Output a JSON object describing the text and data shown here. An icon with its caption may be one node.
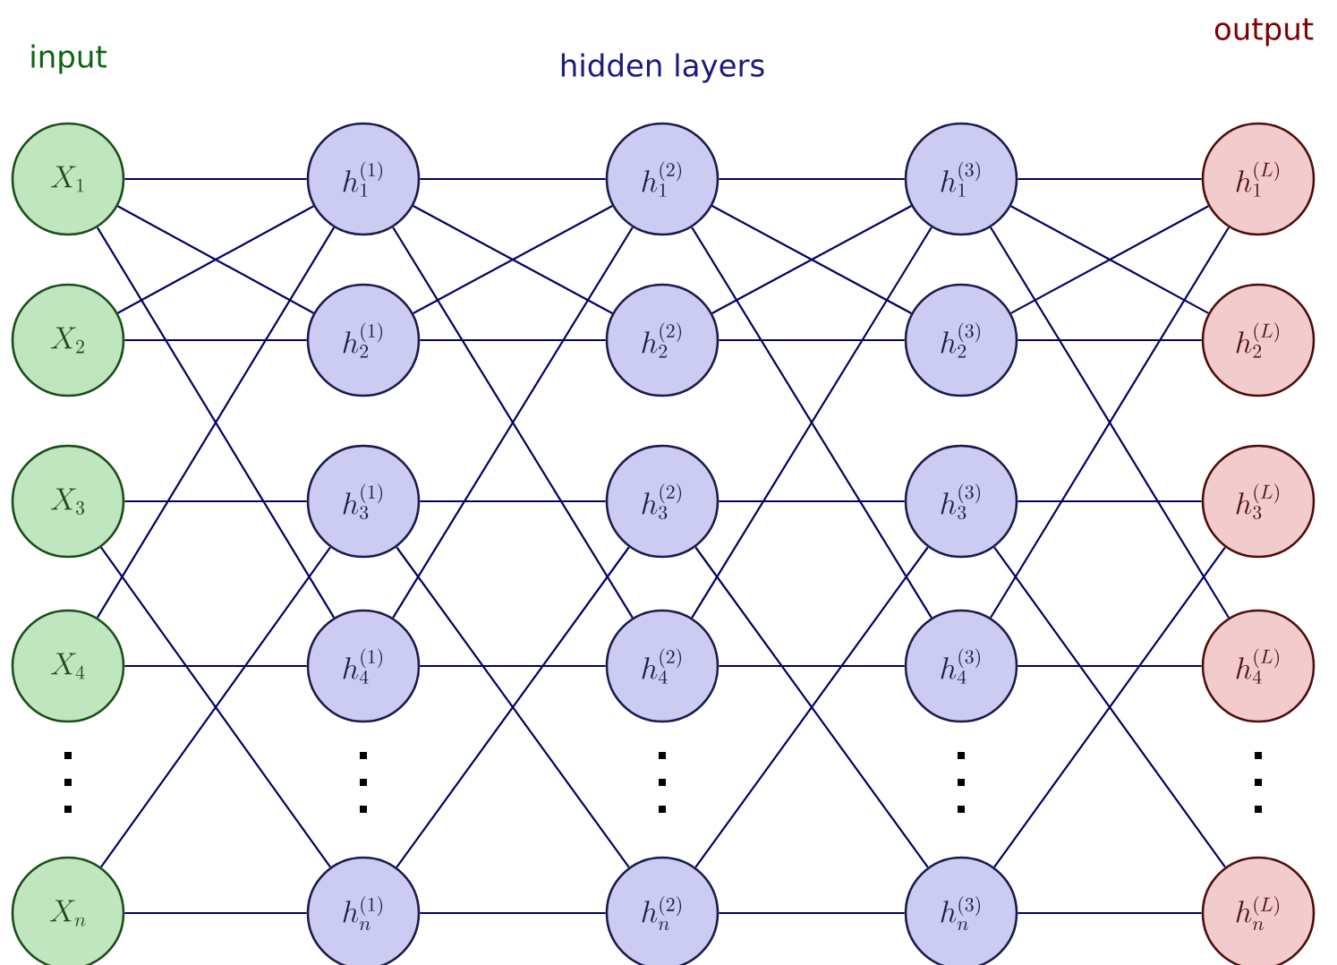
{
  "diagram": {
    "nodes": [
      {
        "text": [
          "X_1"
        ]
      },
      {
        "text": [
          "X_2"
        ]
      },
      {
        "text": [
          "X_3"
        ]
      },
      {
        "text": [
          "X_4"
        ]
      },
      {
        "text": [
          "X_n"
        ]
      },
      {
        "text": [
          "h_1^{(1)}"
        ]
      },
      {
        "text": [
          "h_2^{(1)}"
        ]
      },
      {
        "text": [
          "h_3^{(1)}"
        ]
      },
      {
        "text": [
          "h_4^{(1)}"
        ]
      },
      {
        "text": [
          "h_n^{(1)}"
        ]
      },
      {
        "text": [
          "h_1^{(2)}"
        ]
      },
      {
        "text": [
          "h_2^{(2)}"
        ]
      },
      {
        "text": [
          "h_3^{(2)}"
        ]
      },
      {
        "text": [
          "h_4^{(2)}"
        ]
      },
      {
        "text": [
          "h_n^{(2)}"
        ]
      },
      {
        "text": [
          "h_1^{(3)}"
        ]
      },
      {
        "text": [
          "h_2^{(3)}"
        ]
      },
      {
        "text": [
          "h_3^{(3)}"
        ]
      },
      {
        "text": [
          "h_4^{(3)}"
        ]
      },
      {
        "text": [
          "h_n^{(3)}"
        ]
      },
      {
        "text": [
          "h_1^{(L)}"
        ]
      },
      {
        "text": [
          "h_2^{(L)}"
        ]
      },
      {
        "text": [
          "h_3^{(L)}"
        ]
      },
      {
        "text": [
          "h_4^{(L)}"
        ]
      },
      {
        "text": [
          "h_n^{(L)}"
        ]
      }
    ],
    "edges": [
      {
        "from": 0,
        "to": 5,
        "arrow": "none"
      },
      {
        "from": 0,
        "to": 6,
        "arrow": "none"
      },
      {
        "from": 0,
        "to": 8,
        "arrow": "none"
      },
      {
        "from": 1,
        "to": 5,
        "arrow": "none"
      },
      {
        "from": 1,
        "to": 6,
        "arrow": "none"
      },
      {
        "from": 2,
        "to": 7,
        "arrow": "none"
      },
      {
        "from": 2,
        "to": 9,
        "arrow": "none"
      },
      {
        "from": 3,
        "to": 5,
        "arrow": "none"
      },
      {
        "from": 3,
        "to": 8,
        "arrow": "none"
      },
      {
        "from": 4,
        "to": 7,
        "arrow": "none"
      },
      {
        "from": 4,
        "to": 9,
        "arrow": "none"
      },
      {
        "from": 5,
        "to": 10,
        "arrow": "none"
      },
      {
        "from": 5,
        "to": 11,
        "arrow": "none"
      },
      {
        "from": 5,
        "to": 13,
        "arrow": "none"
      },
      {
        "from": 6,
        "to": 10,
        "arrow": "none"
      },
      {
        "from": 6,
        "to": 11,
        "arrow": "none"
      },
      {
        "from": 7,
        "to": 12,
        "arrow": "none"
      },
      {
        "from": 7,
        "to": 14,
        "arrow": "none"
      },
      {
        "from": 8,
        "to": 10,
        "arrow": "none"
      },
      {
        "from": 8,
        "to": 13,
        "arrow": "none"
      },
      {
        "from": 9,
        "to": 12,
        "arrow": "none"
      },
      {
        "from": 9,
        "to": 14,
        "arrow": "none"
      },
      {
        "from": 10,
        "to": 15,
        "arrow": "none"
      },
      {
        "from": 10,
        "to": 16,
        "arrow": "none"
      },
      {
        "from": 10,
        "to": 18,
        "arrow": "none"
      },
      {
        "from": 11,
        "to": 15,
        "arrow": "none"
      },
      {
        "from": 11,
        "to": 16,
        "arrow": "none"
      },
      {
        "from": 12,
        "to": 17,
        "arrow": "none"
      },
      {
        "from": 12,
        "to": 19,
        "arrow": "none"
      },
      {
        "from": 13,
        "to": 15,
        "arrow": "none"
      },
      {
        "from": 13,
        "to": 18,
        "arrow": "none"
      },
      {
        "from": 14,
        "to": 17,
        "arrow": "none"
      },
      {
        "from": 14,
        "to": 19,
        "arrow": "none"
      },
      {
        "from": 15,
        "to": 20,
        "arrow": "none"
      },
      {
        "from": 15,
        "to": 21,
        "arrow": "none"
      },
      {
        "from": 15,
        "to": 23,
        "arrow": "none"
      },
      {
        "from": 16,
        "to": 20,
        "arrow": "none"
      },
      {
        "from": 16,
        "to": 21,
        "arrow": "none"
      },
      {
        "from": 17,
        "to": 22,
        "arrow": "none"
      },
      {
        "from": 17,
        "to": 24,
        "arrow": "none"
      },
      {
        "from": 18,
        "to": 20,
        "arrow": "none"
      },
      {
        "from": 18,
        "to": 23,
        "arrow": "none"
      },
      {
        "from": 19,
        "to": 22,
        "arrow": "none"
      },
      {
        "from": 19,
        "to": 24,
        "arrow": "none"
      }
    ],
    "labels": [
      "input",
      "hidden layers",
      "output"
    ]
  }
}
